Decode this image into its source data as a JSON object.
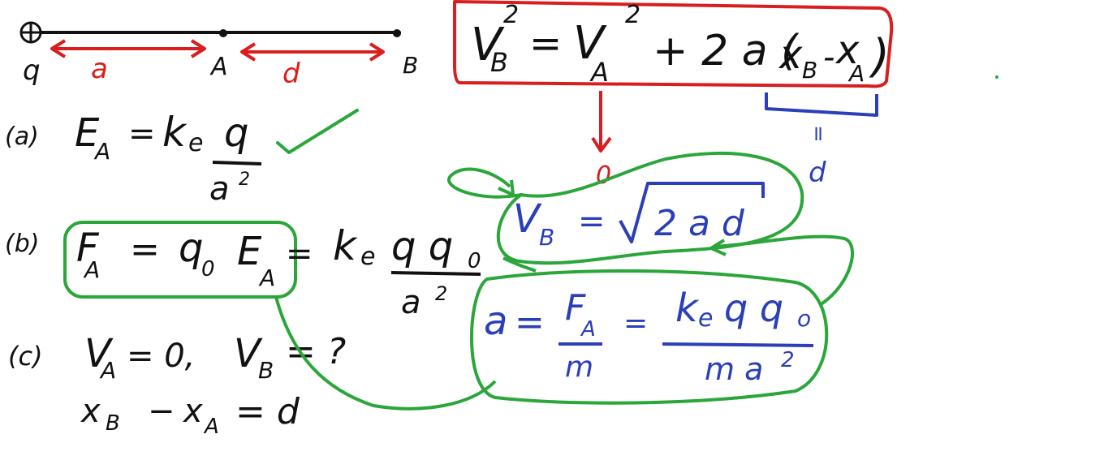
{
  "colors": {
    "ink_black": "#111111",
    "ink_red": "#d81e1e",
    "ink_blue": "#2a3fb8",
    "ink_green": "#2aa63a",
    "background": "#ffffff"
  },
  "diagram": {
    "charge_symbol": "⊕",
    "charge_label": "q",
    "point_a_label": "A",
    "point_b_label": "B",
    "distance_qa_label": "a",
    "distance_ab_label": "d"
  },
  "part_a": {
    "tag": "(a)",
    "lhs": "E",
    "lhs_sub": "A",
    "equals": "=",
    "coef": "k",
    "coef_sub": "e",
    "numerator": "q",
    "denominator": "a",
    "den_power": "2",
    "check": "✓"
  },
  "part_b": {
    "tag": "(b)",
    "lhs": "F",
    "lhs_sub": "A",
    "eq1": "=",
    "mid": "q",
    "mid_sub": "0",
    "field": "E",
    "field_sub": "A",
    "eq2": "=",
    "coef": "k",
    "coef_sub": "e",
    "numerator": "q q",
    "num_sub": "0",
    "denominator": "a",
    "den_power": "2"
  },
  "part_c": {
    "tag": "(c)",
    "va": "V",
    "va_sub": "A",
    "va_value": "= 0,",
    "vb": "V",
    "vb_sub": "B",
    "vb_value": "= ?",
    "disp_x": "x",
    "disp_b_sub": "B",
    "disp_minus": "−",
    "disp_x2": "x",
    "disp_a_sub": "A",
    "disp_value": "= d"
  },
  "kinematics": {
    "vb": "V",
    "vb_sub": "B",
    "vb_power": "2",
    "equals": "=",
    "va": "V",
    "va_sub": "A",
    "va_power": "2",
    "plus": "+ 2 a (",
    "xb": "x",
    "xb_sub": "B",
    "minus": "-",
    "xa": "x",
    "xa_sub": "A",
    "close": ")",
    "zero": "0",
    "eq_mark": "=",
    "d_mark": "d"
  },
  "result_vb": {
    "lhs": "V",
    "lhs_sub": "B",
    "equals": "=",
    "radicand": "2 a d"
  },
  "result_a": {
    "lhs": "a",
    "eq1": "=",
    "num": "F",
    "num_sub": "A",
    "den": "m",
    "eq2": "=",
    "num2": "k",
    "num2_sub": "e",
    "num2_rest": "q q",
    "num2_rest_sub": "o",
    "den2": "m a",
    "den2_power": "2"
  }
}
